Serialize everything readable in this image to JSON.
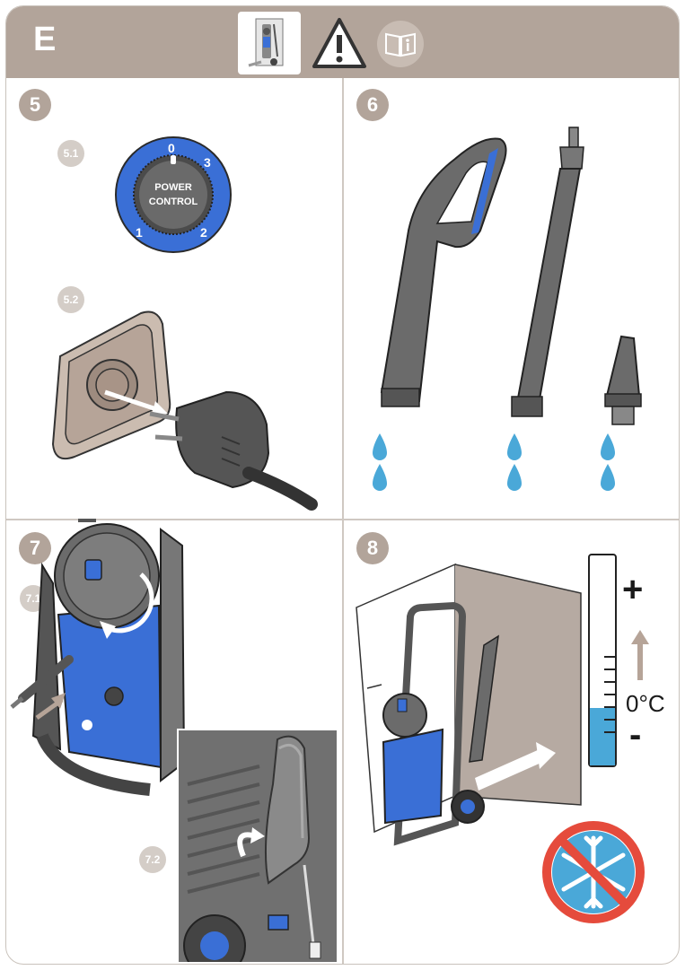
{
  "header": {
    "section_letter": "E",
    "icons": [
      "storage-illustration-icon",
      "warning-triangle-icon",
      "manual-book-icon"
    ]
  },
  "steps": [
    {
      "number": "5",
      "substeps": [
        "5.1",
        "5.2"
      ]
    },
    {
      "number": "6"
    },
    {
      "number": "7",
      "substeps": [
        "7.1",
        "7.2"
      ]
    },
    {
      "number": "8"
    }
  ],
  "power_dial": {
    "line1": "POWER",
    "line2": "CONTROL",
    "positions": [
      "0",
      "3",
      "1",
      "2"
    ]
  },
  "thermometer": {
    "plus": "+",
    "minus": "-",
    "unit": "0°C"
  },
  "colors": {
    "header": "#b2a49a",
    "blue": "#3a6fd6",
    "water": "#4aa8d8",
    "no_frost_red": "#e54b3c"
  }
}
